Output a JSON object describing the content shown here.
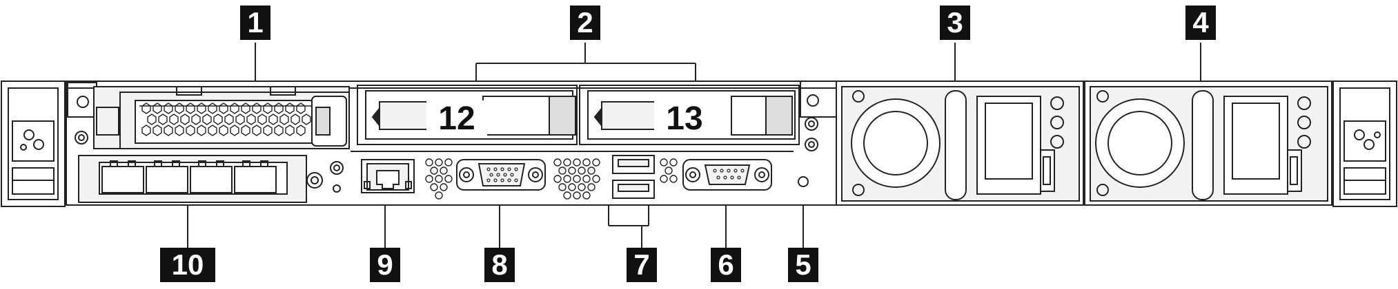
{
  "callouts": {
    "c1": "1",
    "c2": "2",
    "c3": "3",
    "c4": "4",
    "c5": "5",
    "c6": "6",
    "c7": "7",
    "c8": "8",
    "c9": "9",
    "c10": "10"
  },
  "drive_bays": {
    "bay_12": "12",
    "bay_13": "13"
  },
  "colors": {
    "line": "#222222",
    "panel_fill": "#f2f2f2",
    "callout_bg": "#111111",
    "callout_fg": "#ffffff"
  }
}
